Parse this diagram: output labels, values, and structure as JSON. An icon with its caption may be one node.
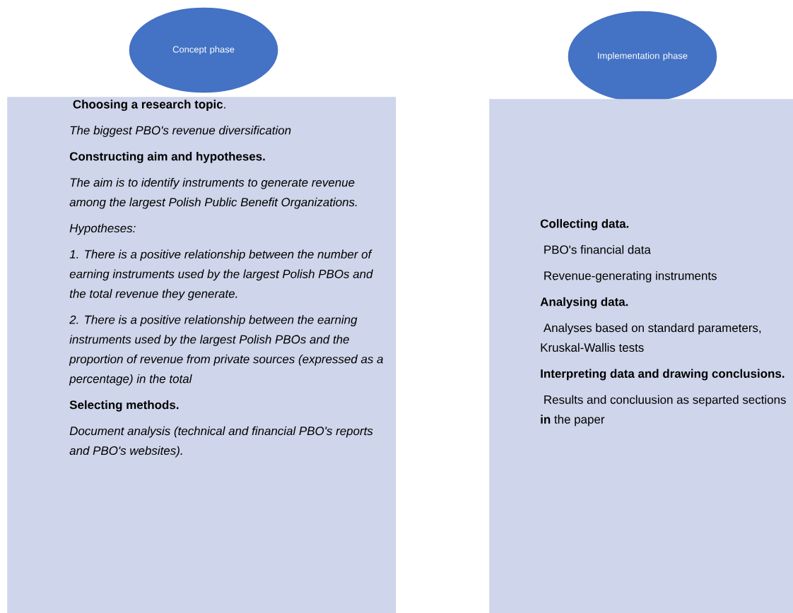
{
  "diagram": {
    "nodes": [
      {
        "text": [
          "Concept phase"
        ]
      },
      {
        "text": [
          "**Choosing a research topic**.",
          "The biggest PBO's revenue diversification",
          "Constructing aim and hypotheses.",
          "The aim is to identify instruments to generate revenue among the largest Polish Public Benefit Organizations.",
          "Hypotheses:",
          "1. There is a positive relationship between the number of earning instruments used by the largest Polish PBOs and the total revenue they generate.",
          "2. There is a positive relationship between the earning instruments used by the largest Polish PBOs and the proportion of revenue from private sources (expressed as a percentage) in the total",
          "Selecting methods.",
          "Document analysis (technical and financial PBO's reports and PBO's websites)."
        ]
      },
      {
        "text": [
          "Implementation phase"
        ]
      },
      {
        "text": [
          "Collecting data.",
          "PBO's financial data",
          "Revenue-generating instruments",
          "Analysing data.",
          "Analyses based on standard parameters, Kruskal-Wallis tests",
          "Interpreting data and drawing conclusions.",
          "Results and concluusion as separted sections **in** the paper"
        ]
      }
    ]
  }
}
